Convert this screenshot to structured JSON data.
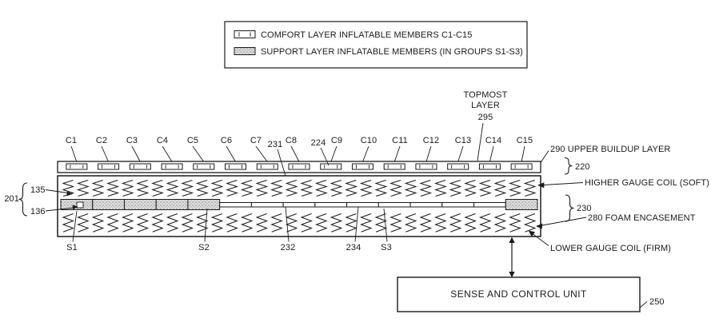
{
  "figure": {
    "legend": {
      "items": [
        {
          "icon": "comfort-member-icon",
          "label": "COMFORT LAYER INFLATABLE MEMBERS C1-C15"
        },
        {
          "icon": "support-member-icon",
          "label": "SUPPORT LAYER INFLATABLE MEMBERS (IN GROUPS S1-S3)"
        }
      ]
    },
    "comfort_labels": [
      "C1",
      "C2",
      "C3",
      "C4",
      "C5",
      "C6",
      "C7",
      "C8",
      "C9",
      "C10",
      "C11",
      "C12",
      "C13",
      "C14",
      "C15"
    ],
    "support_members": [
      {
        "group": "S1",
        "inflated": true
      },
      {
        "group": "S1",
        "inflated": true
      },
      {
        "group": "S1",
        "inflated": true
      },
      {
        "group": "S1",
        "inflated": true
      },
      {
        "group": "S1",
        "inflated": true
      },
      {
        "group": "S2",
        "inflated": false
      },
      {
        "group": "S2",
        "inflated": false
      },
      {
        "group": "S2",
        "inflated": false
      },
      {
        "group": "S2",
        "inflated": false
      },
      {
        "group": "S2",
        "inflated": false
      },
      {
        "group": "S3",
        "inflated": false
      },
      {
        "group": "S3",
        "inflated": false
      },
      {
        "group": "S3",
        "inflated": false
      },
      {
        "group": "S3",
        "inflated": false
      },
      {
        "group": "S3",
        "inflated": true
      }
    ],
    "callouts": {
      "topmost_line1": "TOPMOST",
      "topmost_line2": "LAYER",
      "topmost_ref": "295",
      "upper_buildup": "290 UPPER BUILDUP LAYER",
      "ref_220": "220",
      "higher_coil": "HIGHER GAUGE COIL (SOFT)",
      "ref_230": "230",
      "foam": "280 FOAM ENCASEMENT",
      "lower_coil": "LOWER GAUGE COIL (FIRM)",
      "ref_201": "201",
      "ref_135": "135",
      "ref_136": "136",
      "ref_231": "231",
      "ref_224": "224",
      "group_s1": "S1",
      "group_s2": "S2",
      "ref_232": "232",
      "ref_234": "234",
      "group_s3": "S3"
    },
    "control_unit": {
      "label": "SENSE AND CONTROL UNIT",
      "ref": "250"
    },
    "colors": {
      "ink": "#1a1a1a",
      "stipple_bg": "#dcdcdc",
      "paper": "#ffffff"
    }
  }
}
